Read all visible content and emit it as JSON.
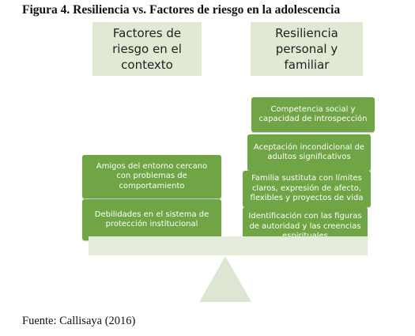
{
  "caption": "Figura 4.  Resiliencia vs. Factores de riesgo en la adolescencia",
  "headers": {
    "left": "Factores de\nriesgo en el\ncontexto",
    "right": "Resiliencia\npersonal y\nfamiliar"
  },
  "left_items": [
    "Amigos del entorno cercano\ncon problemas de\ncomportamiento",
    "Debilidades en el sistema de\nprotección institucional"
  ],
  "right_items": [
    "Competencia social y\ncapacidad de introspección",
    "Aceptación incondicional de\nadultos significativos",
    "Familia sustituta con límites\nclaros,  expresión de afecto,\nflexibles y proyectos de vida",
    "Identificación con las figuras\nde autoridad y las creencias\nespirituales"
  ],
  "source": "Fuente: Callisaya (2016)",
  "colors": {
    "header_fill": "#dfe9d3",
    "box_fill": "#6fa544",
    "beam_fill": "#e4ecdb",
    "fulcrum_fill": "#dde6d2"
  }
}
